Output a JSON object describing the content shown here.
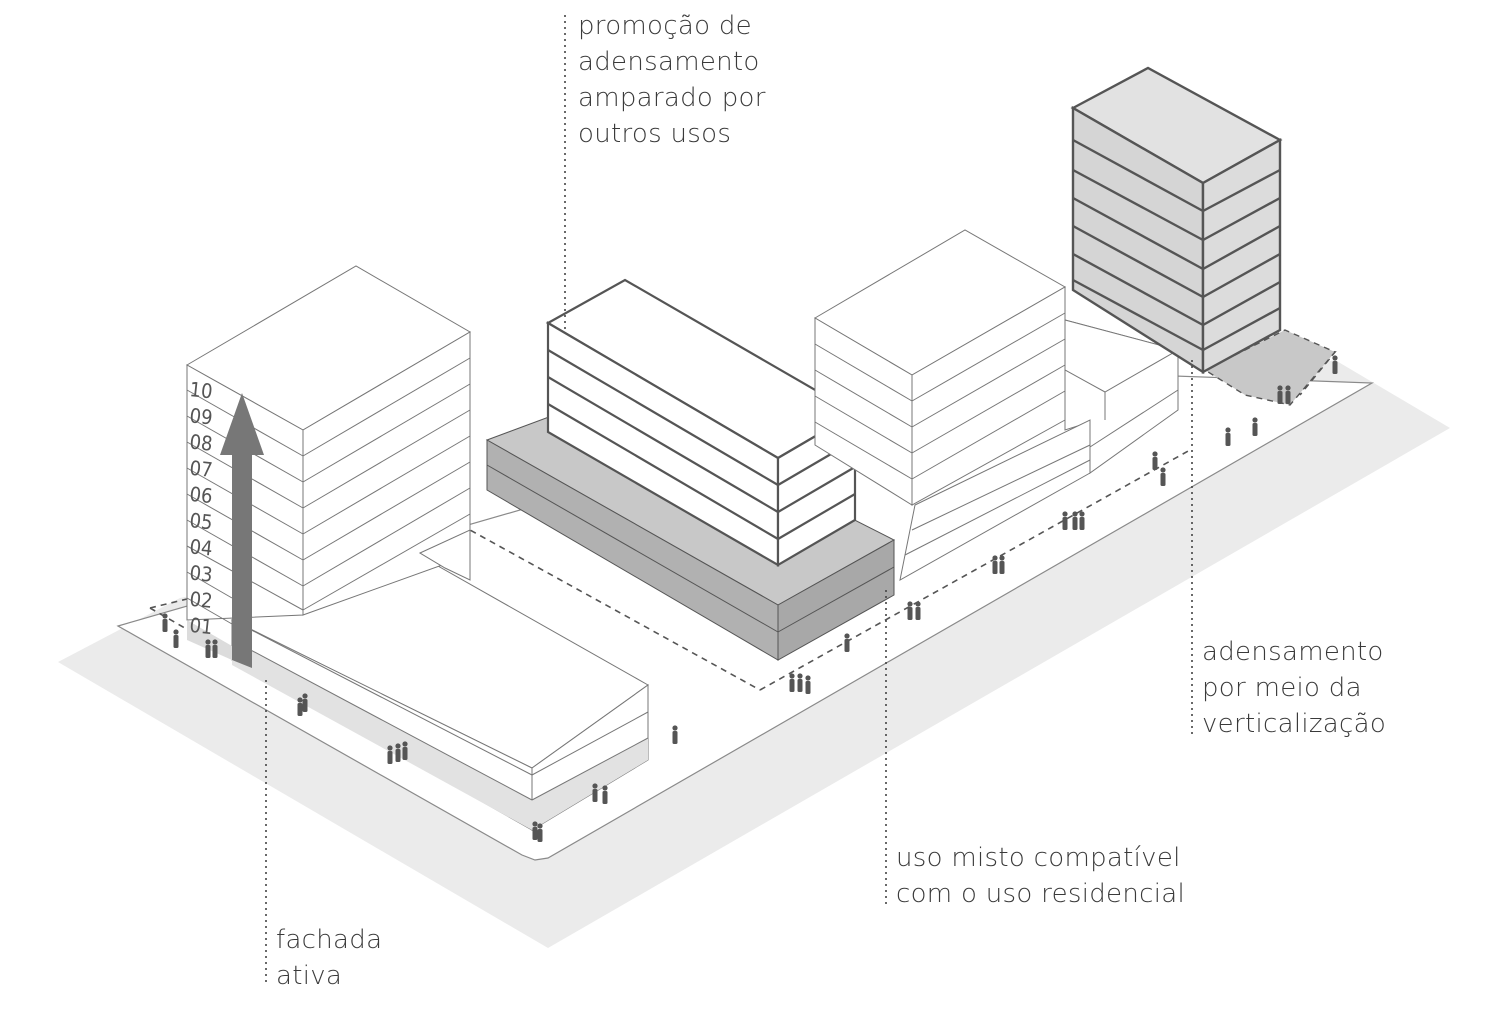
{
  "labels": {
    "promocao": [
      "promoção de",
      "adensamento",
      "amparado por",
      "outros usos"
    ],
    "vertical": [
      "adensamento",
      "por meio da",
      "verticalização"
    ],
    "misto": [
      "uso misto compatível",
      "com o uso residencial"
    ],
    "fachada": [
      "fachada",
      "ativa"
    ]
  },
  "floor_numbers": [
    "10",
    "09",
    "08",
    "07",
    "06",
    "05",
    "04",
    "03",
    "02",
    "01"
  ],
  "colors": {
    "ground": "#ebebeb",
    "line": "#5a5a5a",
    "dark_base": "#b1b1b1",
    "light_fill": "#e2e2e2",
    "arrow": "#777777",
    "people": "#555555"
  }
}
